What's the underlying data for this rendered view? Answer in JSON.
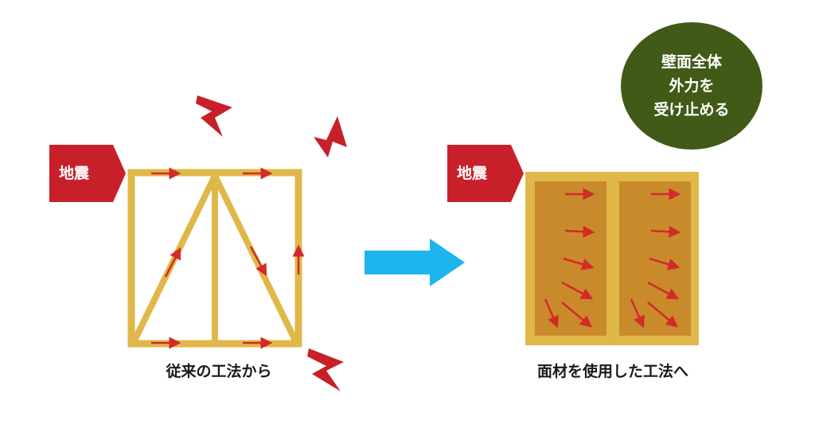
{
  "colors": {
    "timber": "#e0b84a",
    "panel": "#c98a2c",
    "force_arrow": "#d42a2a",
    "tag": "#c8202a",
    "bubble": "#415a17",
    "flow_arrow": "#1eb4ee"
  },
  "left": {
    "tag_label": "地震",
    "caption": "従来の工法から"
  },
  "right": {
    "tag_label": "地震",
    "caption": "面材を使用した工法へ"
  },
  "bubble": {
    "lines": [
      "壁面全体",
      "外力を",
      "受け止める"
    ]
  },
  "icons": [
    "lightning-bolt-icon",
    "right-arrow-icon",
    "force-arrow-icon"
  ]
}
